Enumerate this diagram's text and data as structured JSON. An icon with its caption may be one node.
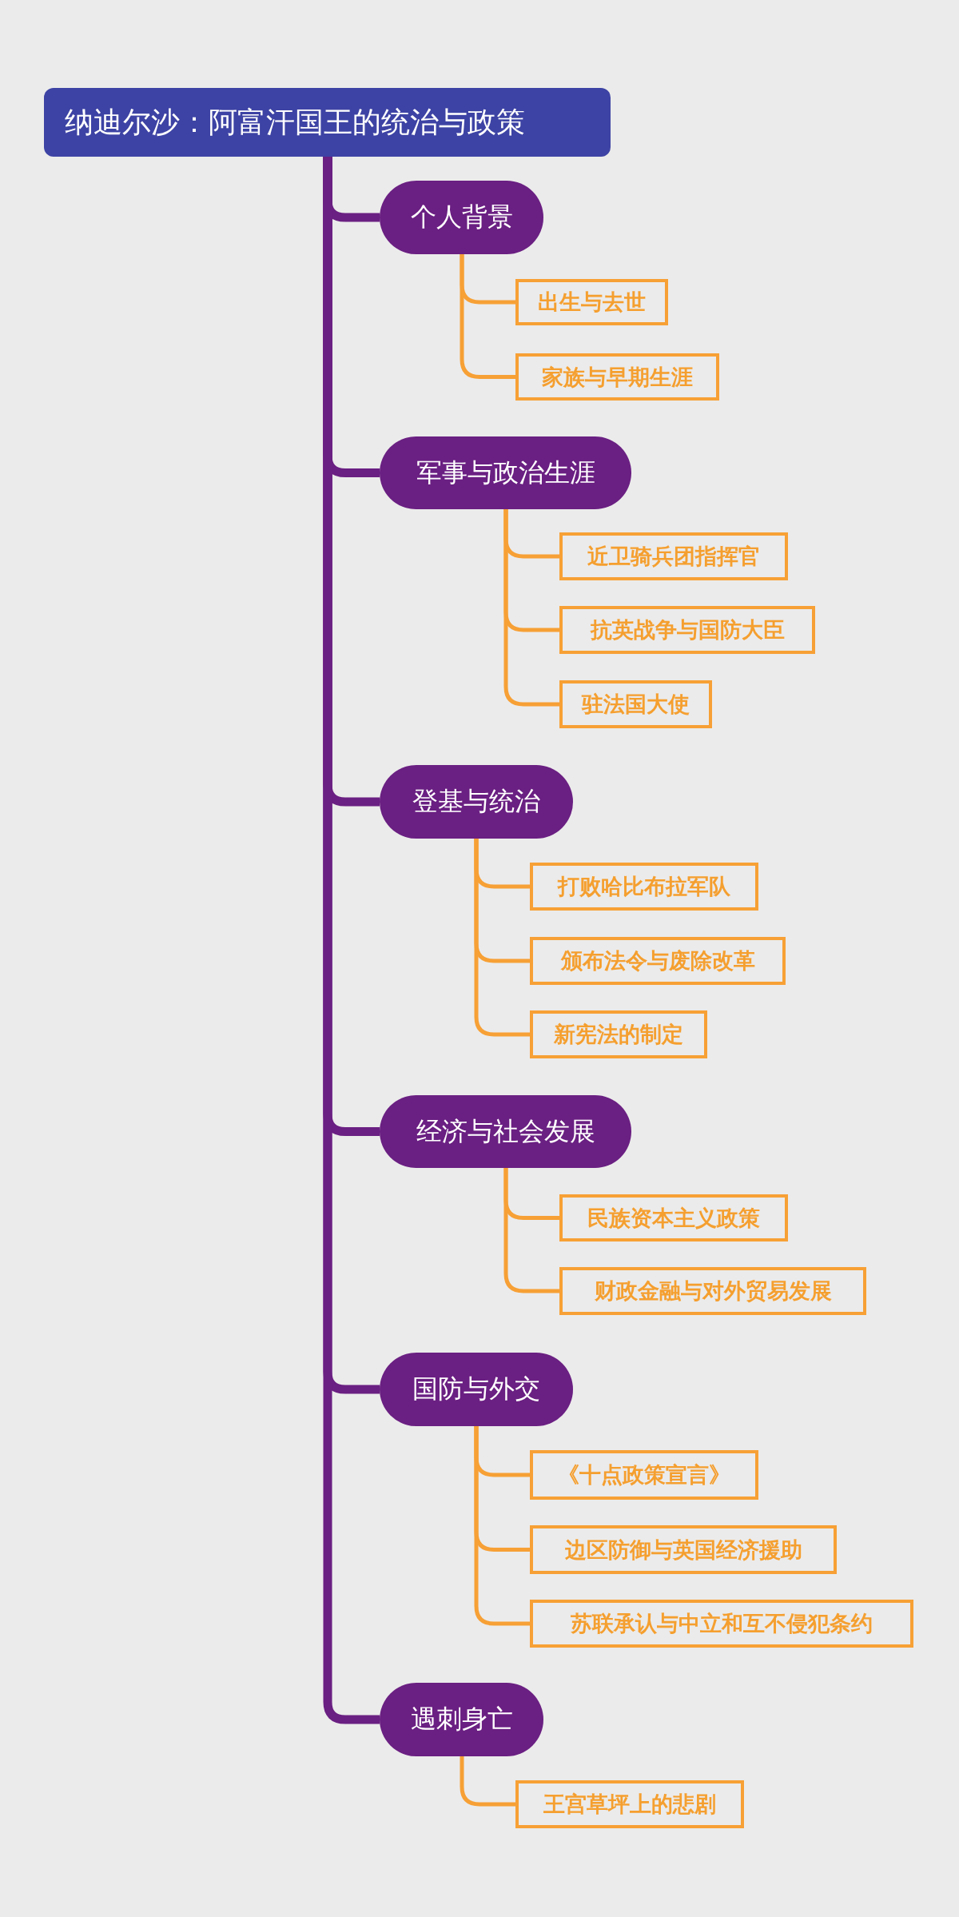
{
  "diagram": {
    "nodes": [
      {
        "text": [
          "纳迪尔沙：阿富汗国王的统治与政策"
        ]
      },
      {
        "text": [
          "个人背景"
        ]
      },
      {
        "text": [
          "出生与去世"
        ]
      },
      {
        "text": [
          "家族与早期生涯"
        ]
      },
      {
        "text": [
          "军事与政治生涯"
        ]
      },
      {
        "text": [
          "近卫骑兵团指挥官"
        ]
      },
      {
        "text": [
          "抗英战争与国防大臣"
        ]
      },
      {
        "text": [
          "驻法国大使"
        ]
      },
      {
        "text": [
          "登基与统治"
        ]
      },
      {
        "text": [
          "打败哈比布拉军队"
        ]
      },
      {
        "text": [
          "颁布法令与废除改革"
        ]
      },
      {
        "text": [
          "新宪法的制定"
        ]
      },
      {
        "text": [
          "经济与社会发展"
        ]
      },
      {
        "text": [
          "民族资本主义政策"
        ]
      },
      {
        "text": [
          "财政金融与对外贸易发展"
        ]
      },
      {
        "text": [
          "国防与外交"
        ]
      },
      {
        "text": [
          "《十点政策宣言》"
        ]
      },
      {
        "text": [
          "边区防御与英国经济援助"
        ]
      },
      {
        "text": [
          "苏联承认与中立和互不侵犯条约"
        ]
      },
      {
        "text": [
          "遇刺身亡"
        ]
      },
      {
        "text": [
          "王宫草坪上的悲剧"
        ]
      }
    ],
    "edges": [
      {
        "from": 0,
        "to": 1,
        "arrow": "none",
        "style": "thick",
        "color": "#6a1f82"
      },
      {
        "from": 0,
        "to": 4,
        "arrow": "none",
        "style": "thick",
        "color": "#6a1f82"
      },
      {
        "from": 0,
        "to": 8,
        "arrow": "none",
        "style": "thick",
        "color": "#6a1f82"
      },
      {
        "from": 0,
        "to": 12,
        "arrow": "none",
        "style": "thick",
        "color": "#6a1f82"
      },
      {
        "from": 0,
        "to": 15,
        "arrow": "none",
        "style": "thick",
        "color": "#6a1f82"
      },
      {
        "from": 0,
        "to": 19,
        "arrow": "none",
        "style": "thick",
        "color": "#6a1f82"
      },
      {
        "from": 1,
        "to": 2,
        "arrow": "none"
      },
      {
        "from": 1,
        "to": 3,
        "arrow": "none"
      },
      {
        "from": 4,
        "to": 5,
        "arrow": "none"
      },
      {
        "from": 4,
        "to": 6,
        "arrow": "none"
      },
      {
        "from": 4,
        "to": 7,
        "arrow": "none"
      },
      {
        "from": 8,
        "to": 9,
        "arrow": "none"
      },
      {
        "from": 8,
        "to": 10,
        "arrow": "none"
      },
      {
        "from": 8,
        "to": 11,
        "arrow": "none"
      },
      {
        "from": 12,
        "to": 13,
        "arrow": "none"
      },
      {
        "from": 12,
        "to": 14,
        "arrow": "none"
      },
      {
        "from": 15,
        "to": 16,
        "arrow": "none"
      },
      {
        "from": 15,
        "to": 17,
        "arrow": "none"
      },
      {
        "from": 15,
        "to": 18,
        "arrow": "none"
      },
      {
        "from": 19,
        "to": 20,
        "arrow": "none"
      }
    ]
  }
}
